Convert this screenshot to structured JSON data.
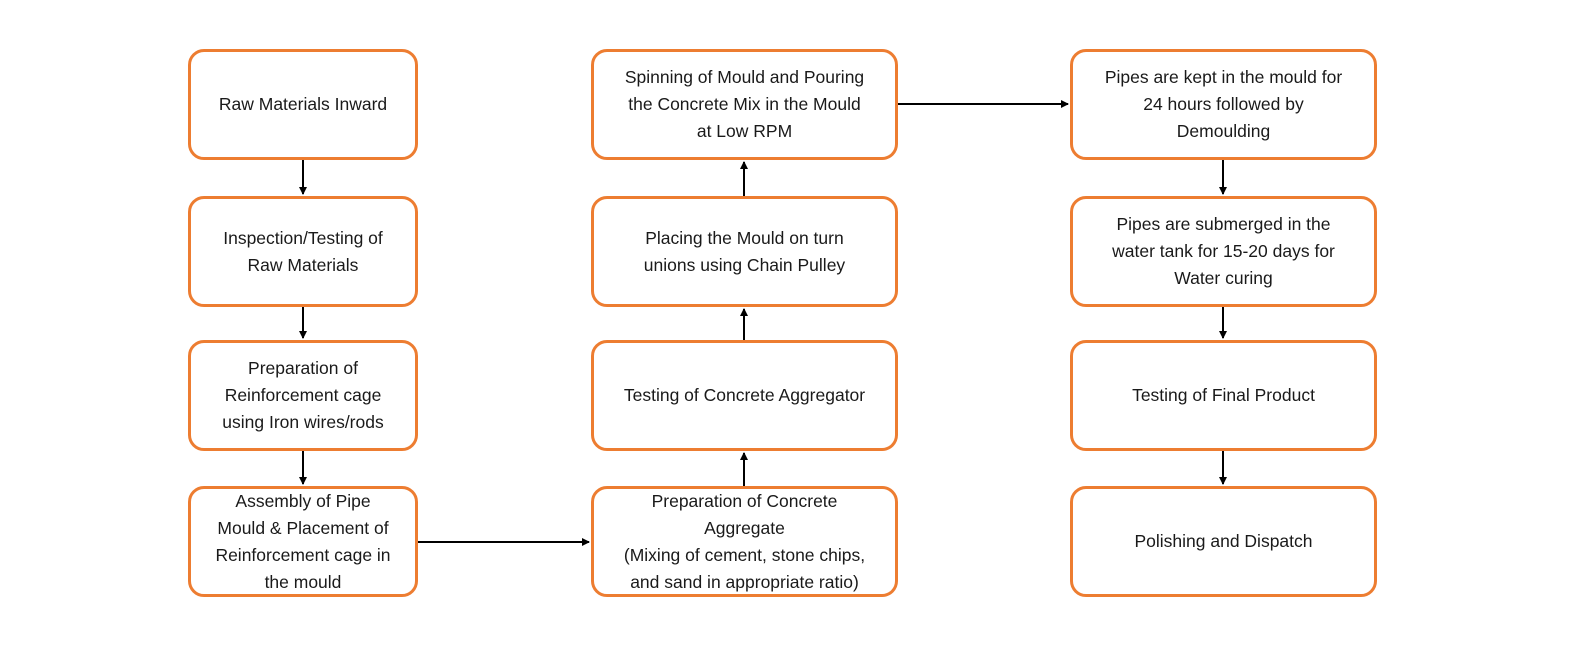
{
  "flowchart": {
    "colors": {
      "box_border": "#ED7D31",
      "arrow": "#000000",
      "text": "#1a1a1a"
    },
    "steps": [
      {
        "text": "Raw Materials Inward"
      },
      {
        "text": "Inspection/Testing of\nRaw Materials"
      },
      {
        "text": "Preparation of\nReinforcement cage\nusing Iron wires/rods"
      },
      {
        "text": "Assembly of Pipe\nMould & Placement of\nReinforcement cage in\nthe mould"
      },
      {
        "text": "Preparation of Concrete\nAggregate\n(Mixing of cement, stone chips,\nand sand in appropriate ratio)"
      },
      {
        "text": "Testing of Concrete Aggregator"
      },
      {
        "text": "Placing the Mould on turn\nunions using Chain Pulley"
      },
      {
        "text": "Spinning of Mould and Pouring\nthe Concrete Mix in the Mould\nat Low RPM"
      },
      {
        "text": "Pipes are kept in the mould for\n24 hours followed by\nDemoulding"
      },
      {
        "text": "Pipes are submerged in the\nwater tank for 15-20 days for\nWater curing"
      },
      {
        "text": "Testing of Final Product"
      },
      {
        "text": "Polishing and Dispatch"
      }
    ]
  }
}
